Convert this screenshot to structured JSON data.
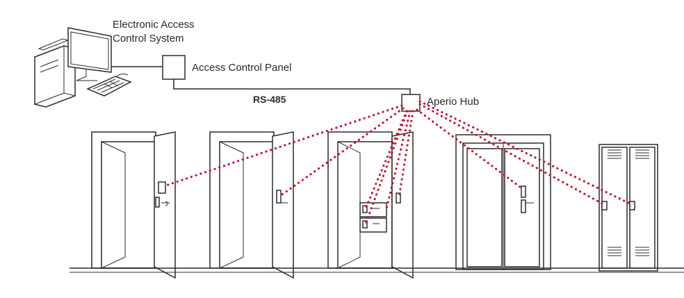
{
  "labels": {
    "system_line1": "Electronic Access",
    "system_line2": "Control System",
    "panel": "Access Control Panel",
    "bus": "RS-485",
    "hub": "Aperio Hub"
  },
  "colors": {
    "wireless_link": "#c8102e",
    "line": "#2a2a2a"
  },
  "icons": [
    "computer-icon",
    "monitor-icon",
    "keyboard-icon",
    "door-icon",
    "double-door-icon",
    "locker-icon",
    "lock-icon"
  ]
}
